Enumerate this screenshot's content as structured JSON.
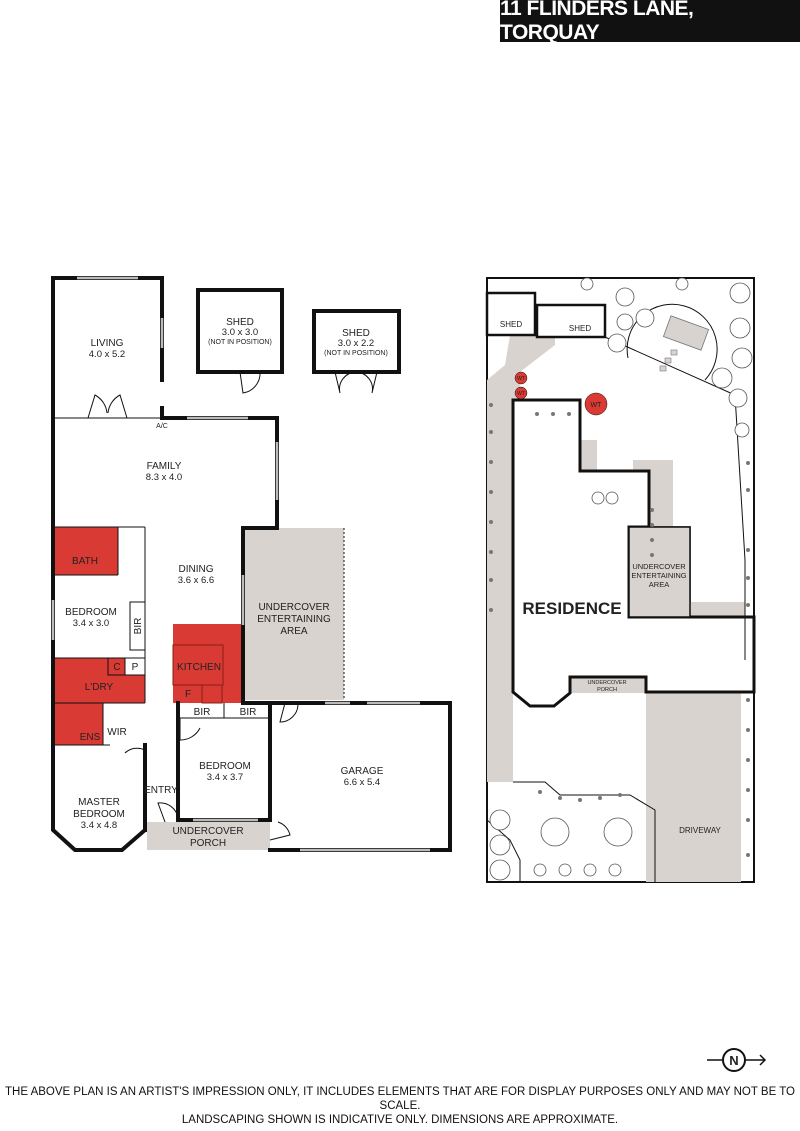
{
  "header": {
    "title": "11 FLINDERS LANE, TORQUAY"
  },
  "colors": {
    "wet_area": "#d93a33",
    "outdoor": "#d9d3d0",
    "wall": "#111111"
  },
  "floor_plan": {
    "rooms": {
      "living": {
        "label": "LIVING",
        "dims": "4.0 x 5.2"
      },
      "family": {
        "label": "FAMILY",
        "dims": "8.3 x 4.0"
      },
      "dining": {
        "label": "DINING",
        "dims": "3.6 x 6.6"
      },
      "bath": {
        "label": "BATH"
      },
      "bedroom2": {
        "label": "BEDROOM",
        "dims": "3.4 x 3.0"
      },
      "bir1": {
        "label": "BIR"
      },
      "laundry": {
        "label": "L'DRY"
      },
      "cupboard": {
        "label": "C"
      },
      "pantry": {
        "label": "P"
      },
      "ensuite": {
        "label": "ENS"
      },
      "wir": {
        "label": "WIR"
      },
      "master": {
        "label1": "MASTER",
        "label2": "BEDROOM",
        "dims": "3.4 x 4.8"
      },
      "entry": {
        "label": "ENTRY"
      },
      "kitchen": {
        "label": "KITCHEN",
        "fridge": "F"
      },
      "bir2": {
        "label": "BIR"
      },
      "bir3": {
        "label": "BIR"
      },
      "bedroom3": {
        "label": "BEDROOM",
        "dims": "3.4 x 3.7"
      },
      "entertaining": {
        "label1": "UNDERCOVER",
        "label2": "ENTERTAINING",
        "label3": "AREA"
      },
      "porch": {
        "label1": "UNDERCOVER",
        "label2": "PORCH"
      },
      "garage": {
        "label": "GARAGE",
        "dims": "6.6 x 5.4"
      },
      "shed1": {
        "label": "SHED",
        "dims": "3.0 x 3.0",
        "note": "(NOT IN POSITION)"
      },
      "shed2": {
        "label": "SHED",
        "dims": "3.0 x 2.2",
        "note": "(NOT IN POSITION)"
      }
    },
    "ac_label": "A/C"
  },
  "site_plan": {
    "residence": "RESIDENCE",
    "shed1": "SHED",
    "shed2": "SHED",
    "water_tank": "WT",
    "entertaining": {
      "label1": "UNDERCOVER",
      "label2": "ENTERTAINING",
      "label3": "AREA"
    },
    "porch": {
      "label1": "UNDERCOVER",
      "label2": "PORCH"
    },
    "driveway": "DRIVEWAY"
  },
  "compass": {
    "label": "N"
  },
  "disclaimer": {
    "line1": "THE ABOVE PLAN IS AN ARTIST'S IMPRESSION ONLY, IT INCLUDES ELEMENTS THAT ARE FOR DISPLAY PURPOSES ONLY AND MAY NOT BE TO SCALE.",
    "line2": "LANDSCAPING SHOWN IS INDICATIVE ONLY. DIMENSIONS ARE APPROXIMATE."
  }
}
